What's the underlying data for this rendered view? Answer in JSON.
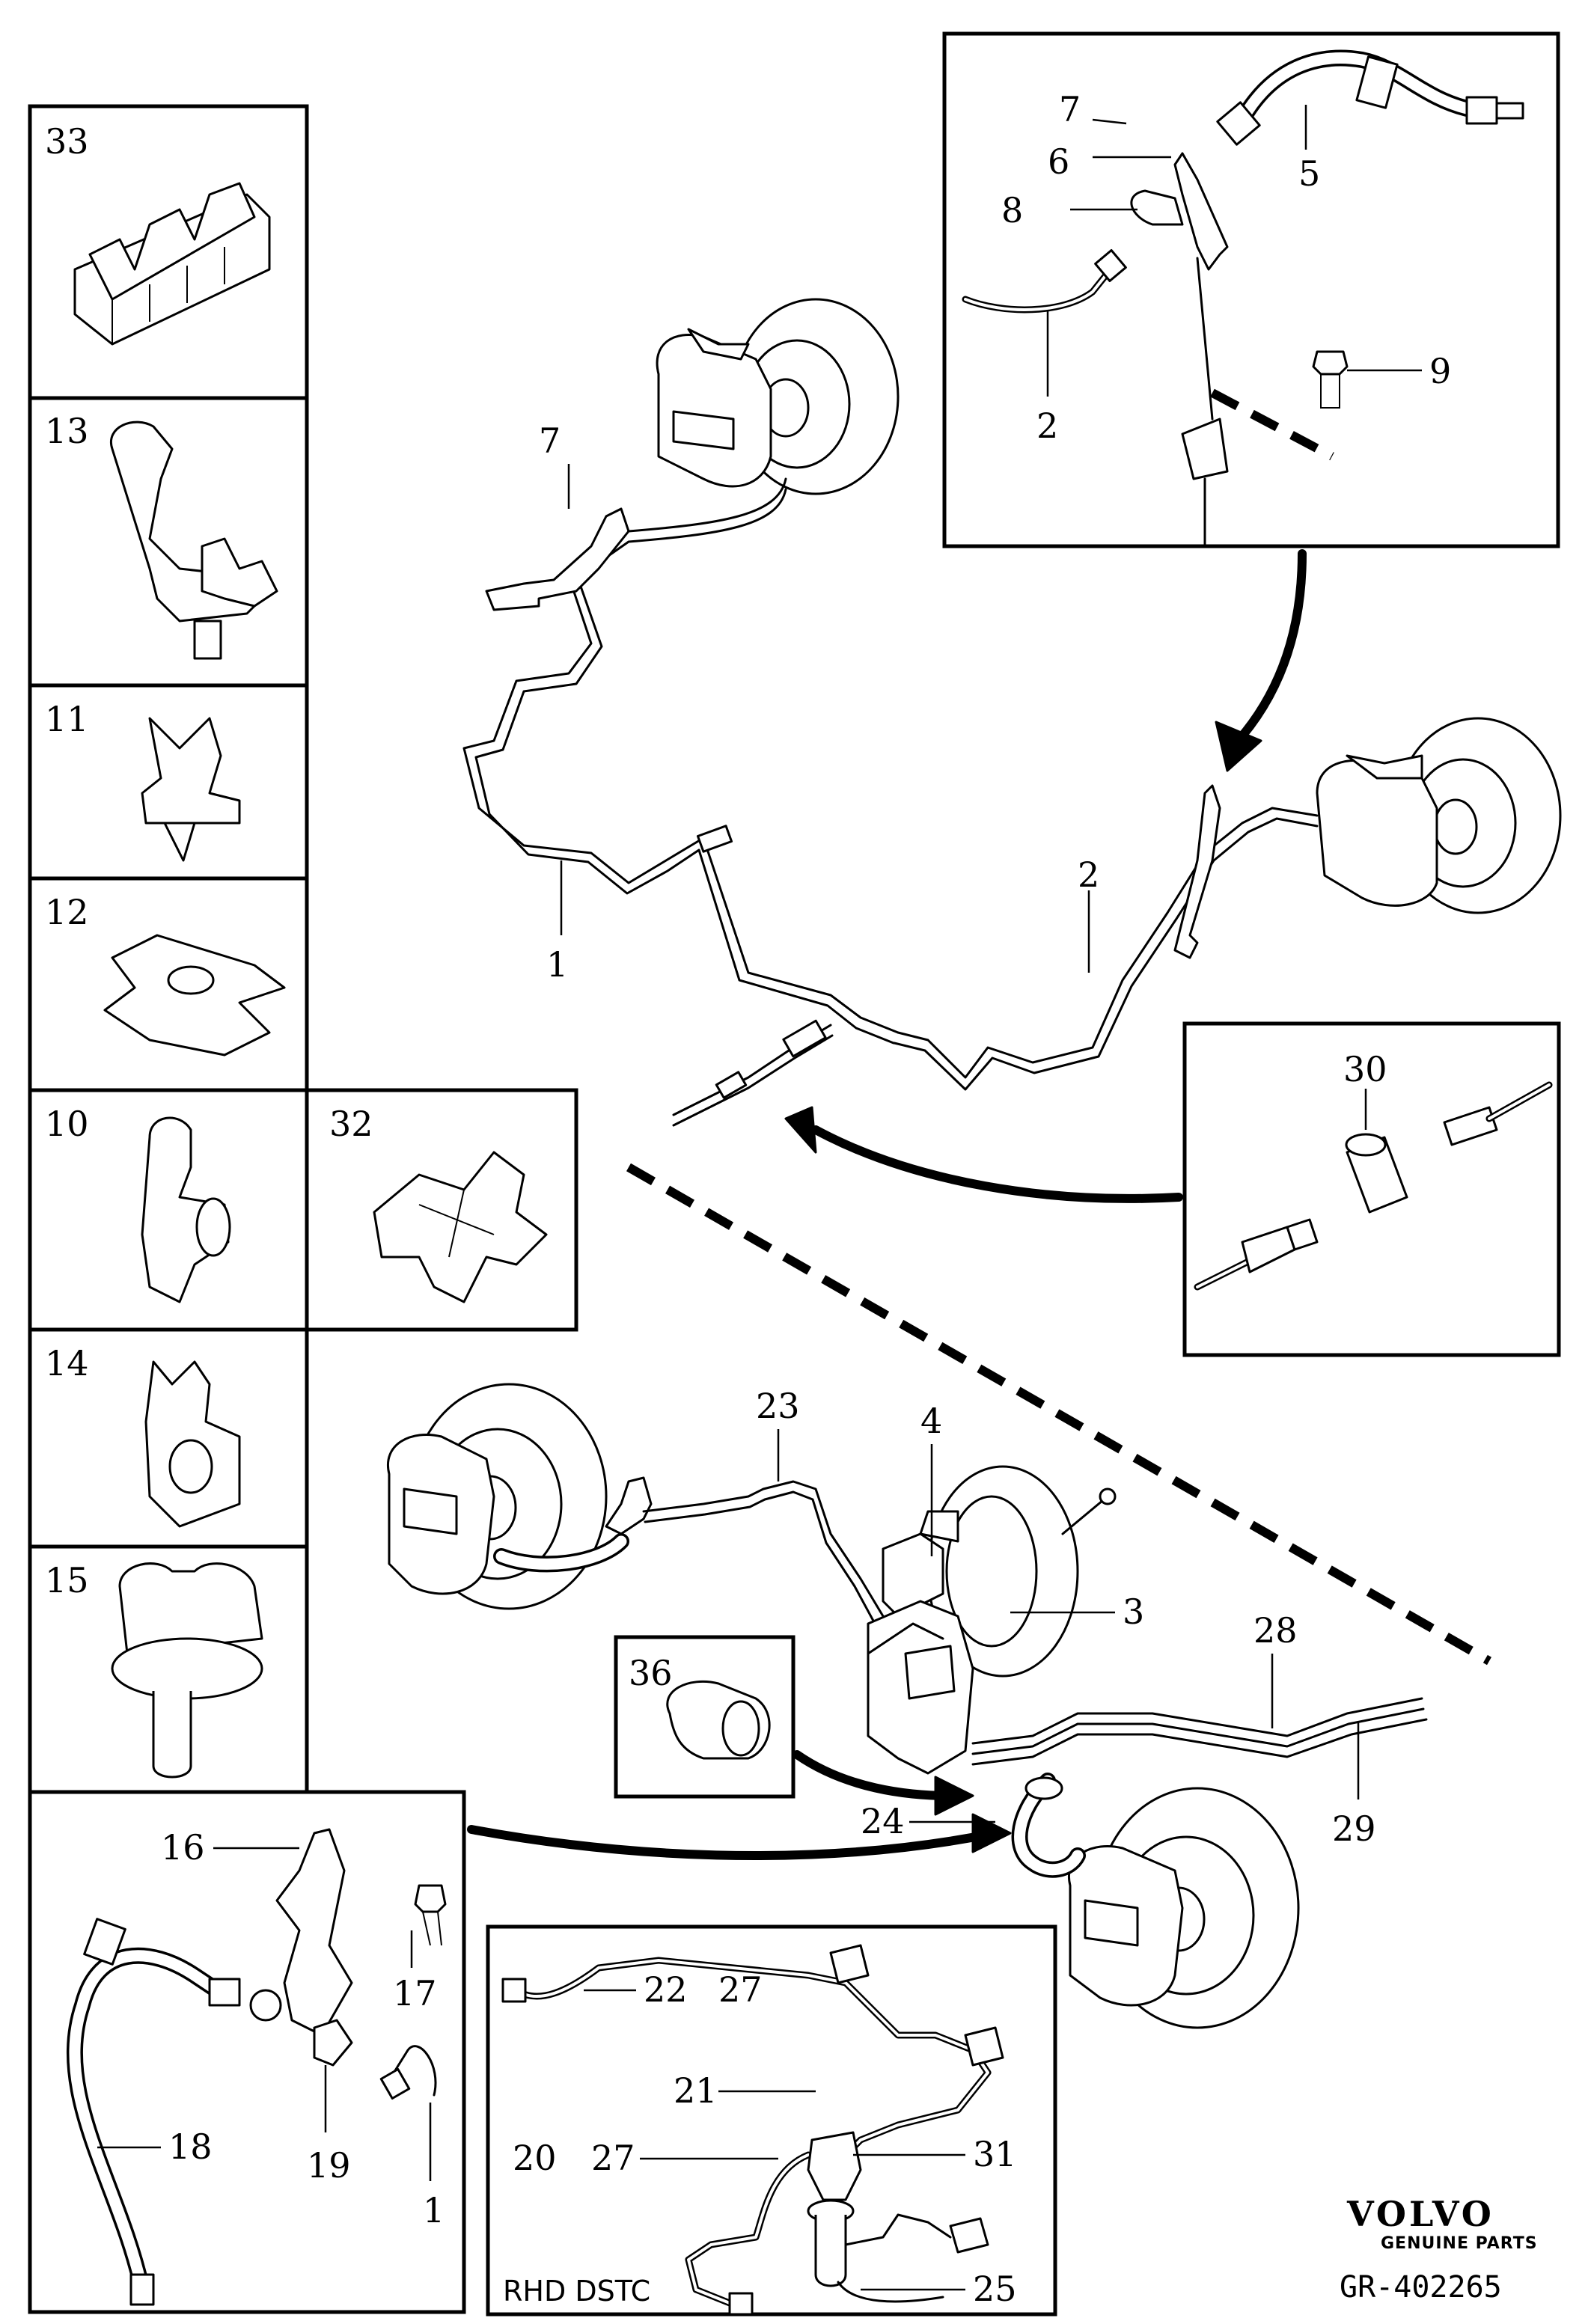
{
  "labels": {
    "p1": "1",
    "p2": "2",
    "p3": "3",
    "p4": "4",
    "p5": "5",
    "p6": "6",
    "p7": "7",
    "p8": "8",
    "p9": "9",
    "p10": "10",
    "p11": "11",
    "p12": "12",
    "p13": "13",
    "p14": "14",
    "p15": "15",
    "p16": "16",
    "p17": "17",
    "p18": "18",
    "p19": "19",
    "p20": "20",
    "p21": "21",
    "p22": "22",
    "p23": "23",
    "p24": "24",
    "p25": "25",
    "p27": "27",
    "p28": "28",
    "p29": "29",
    "p30": "30",
    "p31": "31",
    "p32": "32",
    "p33": "33",
    "p36": "36"
  },
  "footer": {
    "brand": "VOLVO",
    "brand_sub": "GENUINE PARTS",
    "ref": "GR-402265"
  },
  "inset_note": "RHD DSTC"
}
